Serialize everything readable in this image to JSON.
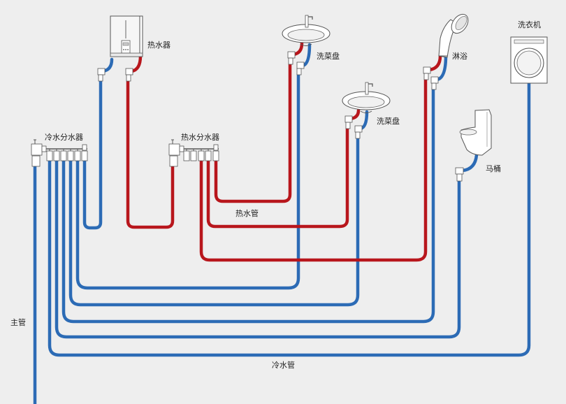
{
  "labels": {
    "water_heater": "热水器",
    "sink_1": "洗菜盘",
    "sink_2": "洗菜盘",
    "shower": "淋浴",
    "washing_machine": "洗衣机",
    "toilet": "马桶",
    "cold_manifold": "冷水分水器",
    "hot_manifold": "热水分水器",
    "hot_pipe": "热水管",
    "cold_pipe": "冷水管",
    "main_pipe": "主管"
  },
  "colors": {
    "background": "#eeeeee",
    "hot_pipe": "#b8161c",
    "cold_pipe": "#2c6bb5"
  }
}
